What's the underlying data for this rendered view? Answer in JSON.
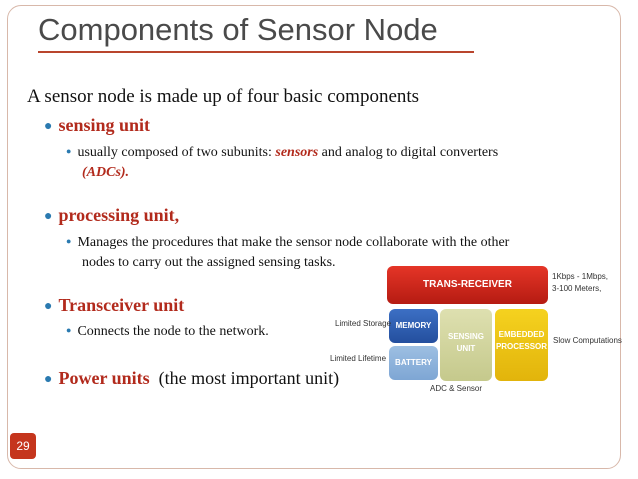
{
  "slide": {
    "title": "Components of  Sensor Node",
    "intro": "A sensor node is made up of four basic components",
    "page_number": "29"
  },
  "items": [
    {
      "heading": "sensing unit",
      "detail_pre": "usually composed of two subunits: ",
      "detail_em": "sensors",
      "detail_post": " and analog to digital converters",
      "detail_cont": "(ADCs)."
    },
    {
      "heading": "processing unit,",
      "detail_pre": "Manages the procedures that make the sensor node collaborate with the other",
      "detail_cont": "nodes to carry out the assigned sensing tasks."
    },
    {
      "heading": "Transceiver unit",
      "detail_pre": "Connects the node to the network."
    },
    {
      "heading": "Power units",
      "heading_suffix": "(the most important unit)"
    }
  ],
  "diagram": {
    "trans_receiver": "TRANS-RECEIVER",
    "memory": "MEMORY",
    "battery": "BATTERY",
    "sensing_line1": "SENSING",
    "sensing_line2": "UNIT",
    "processor_line1": "EMBEDDED",
    "processor_line2": "PROCESSOR",
    "limited_storage": "Limited Storage",
    "limited_lifetime": "Limited Lifetime",
    "adc_sensor": "ADC & Sensor",
    "slow_computations": "Slow Computations",
    "rate_line1": "1Kbps - 1Mbps,",
    "rate_line2": "3-100 Meters,"
  },
  "colors": {
    "accent_red": "#b22a1c",
    "bullet_blue": "#2a7ab0",
    "title_rule": "#b9452d"
  }
}
